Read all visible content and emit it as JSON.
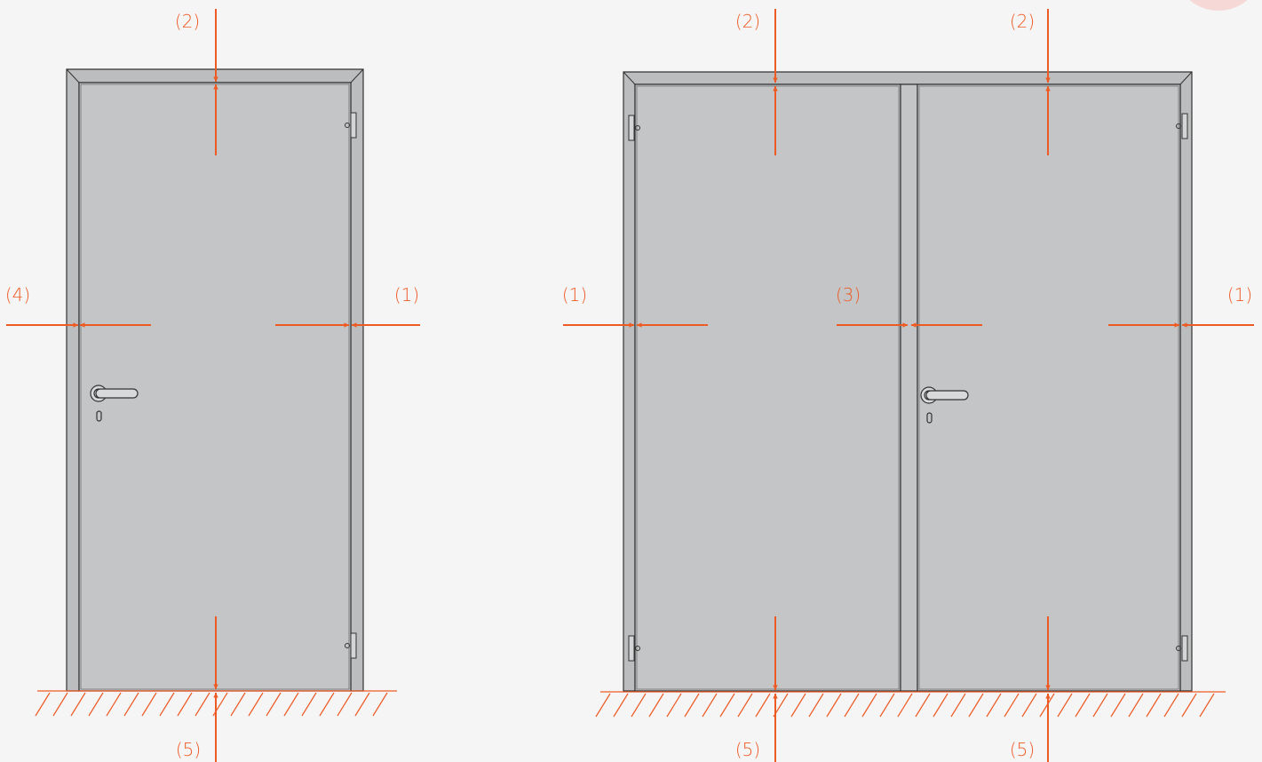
{
  "colors": {
    "background": "#f5f5f5",
    "accent": "#ee5a24",
    "door_leaf": "#c4c5c6",
    "frame": "#bcbdbe",
    "outline": "#333333",
    "corner_badge": "#f6d9d7"
  },
  "labels": {
    "single_top": "(2)",
    "single_left": "(4)",
    "single_right": "(1)",
    "single_bottom": "(5)",
    "double_top_left": "(2)",
    "double_top_right": "(2)",
    "double_left": "(1)",
    "double_middle": "(3)",
    "double_right": "(1)",
    "double_bottom_left": "(5)",
    "double_bottom_right": "(5)"
  }
}
